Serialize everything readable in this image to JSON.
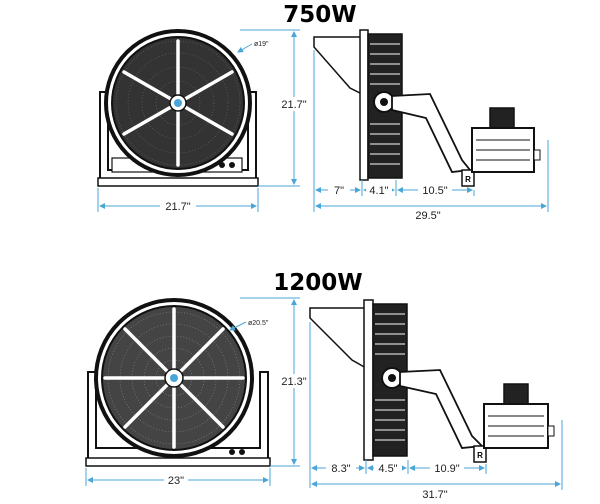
{
  "products": [
    {
      "model": "750W",
      "front": {
        "diameter": "ø19\"",
        "height": "21.7\"",
        "width": "21.7\""
      },
      "side": {
        "seg_a": "7\"",
        "seg_b": "4.1\"",
        "seg_c": "10.5\"",
        "total": "29.5\""
      }
    },
    {
      "model": "1200W",
      "front": {
        "diameter": "ø20.5\"",
        "height": "21.3\"",
        "width": "23\""
      },
      "side": {
        "seg_a": "8.3\"",
        "seg_b": "4.5\"",
        "seg_c": "10.9\"",
        "total": "31.7\""
      }
    }
  ],
  "colors": {
    "dimension_line": "#4aa6d6",
    "drawing": "#111111",
    "background": "#ffffff"
  },
  "icons": {
    "bracket_mark": "R"
  }
}
